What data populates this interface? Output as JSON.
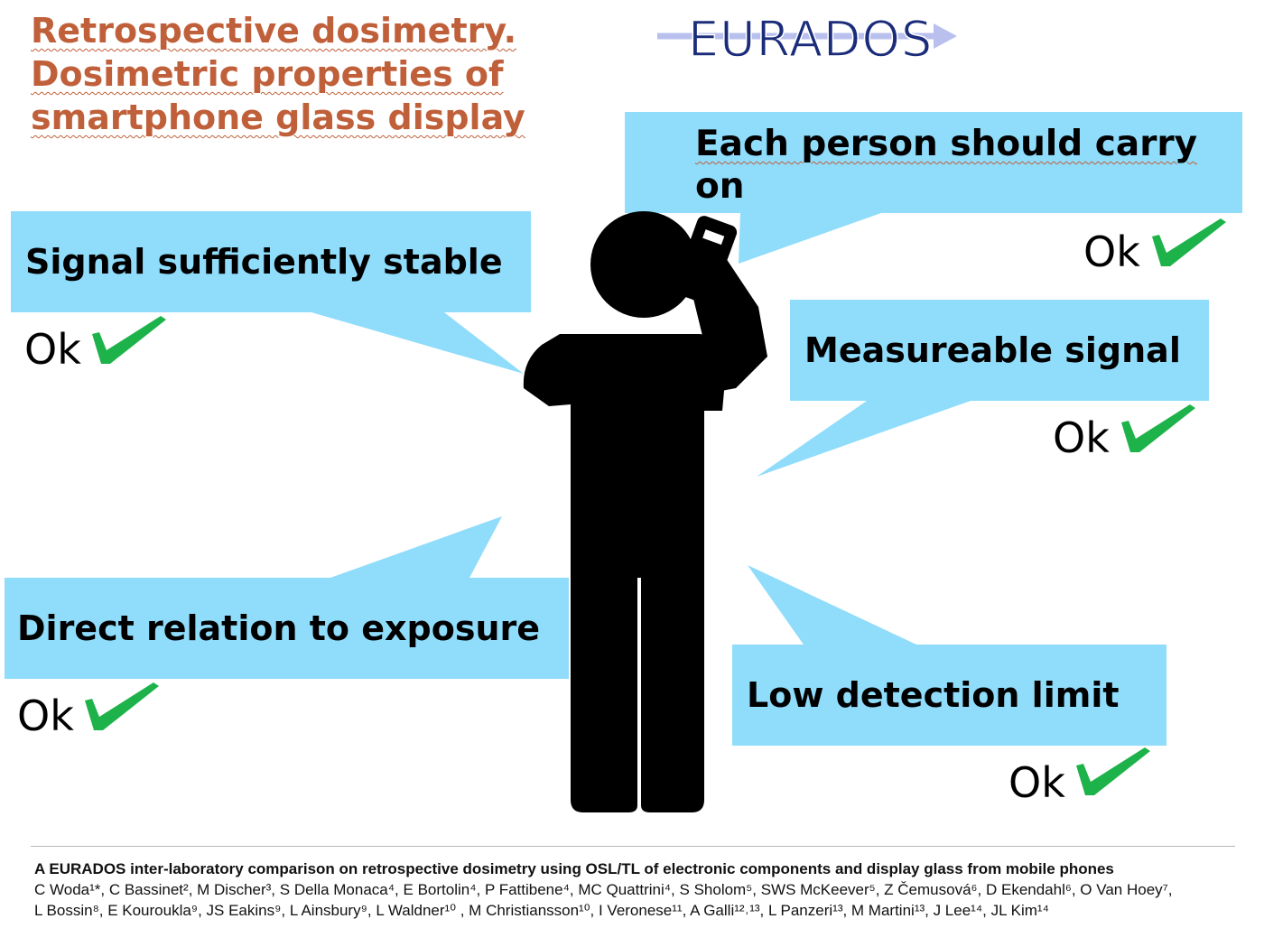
{
  "title": {
    "line1": "Retrospective dosimetry.",
    "line2": "Dosimetric properties of",
    "line3": "smartphone glass display"
  },
  "logo": {
    "text": "EURADOS"
  },
  "bubbles": {
    "carry": {
      "line1": "Each person should carry",
      "line2": "on"
    },
    "stable": {
      "label": "Signal sufficiently stable"
    },
    "measure": {
      "label": "Measureable signal"
    },
    "direct": {
      "label": "Direct relation to exposure"
    },
    "low": {
      "label": "Low detection limit"
    }
  },
  "status": {
    "ok": "Ok"
  },
  "colors": {
    "bubble": "#8fdcfb",
    "check": "#1db34a",
    "title": "#c0603a",
    "logo": "#1a2c7a"
  },
  "icons": {
    "figure": "person-on-phone-icon",
    "check": "checkmark-icon"
  },
  "reference": {
    "title": "A EURADOS inter-laboratory comparison on retrospective dosimetry using OSL/TL of electronic components and display glass from mobile phones",
    "line1": "C Woda¹*, C Bassinet², M Discher³, S Della Monaca⁴, E Bortolin⁴, P Fattibene⁴, MC Quattrini⁴, S Sholom⁵, SWS McKeever⁵, Z Čemusová⁶, D Ekendahl⁶, O Van Hoey⁷,",
    "line2": "L Bossin⁸,  E Kouroukla⁹, JS Eakins⁹, L Ainsbury⁹, L Waldner¹⁰ , M Christiansson¹⁰, I Veronese¹¹, A Galli¹²˒¹³, L Panzeri¹³, M Martini¹³, J Lee¹⁴, JL Kim¹⁴"
  }
}
